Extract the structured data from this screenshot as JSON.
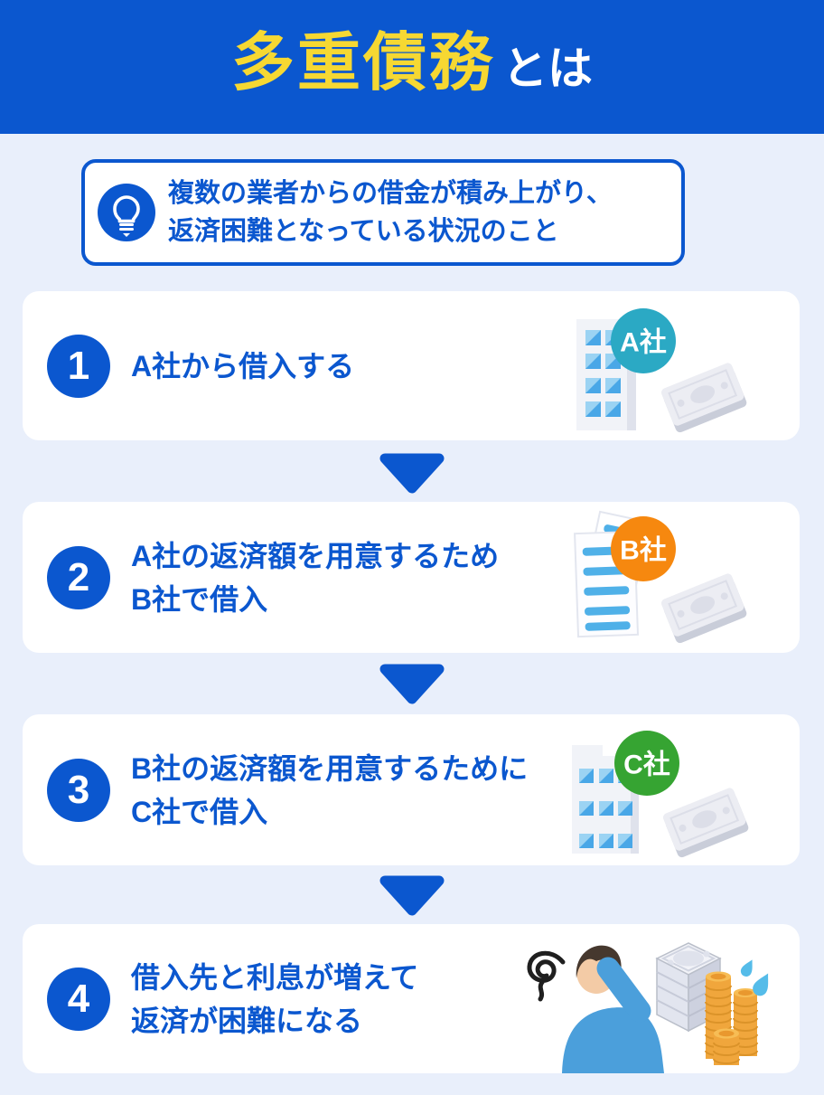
{
  "header": {
    "title_highlight": "多重債務",
    "title_suffix": "とは"
  },
  "callout": {
    "icon": "lightbulb-icon",
    "line1": "複数の業者からの借金が積み上がり、",
    "line2": "返済困難となっている状況のこと"
  },
  "steps": [
    {
      "number": "1",
      "line1": "A社から借入する",
      "badge": "A社",
      "badge_color": "#2ba9c4",
      "illustration": "office-building-with-banknote"
    },
    {
      "number": "2",
      "line1": "A社の返済額を用意するため",
      "line2": "B社で借入",
      "badge": "B社",
      "badge_color": "#f6880f",
      "illustration": "loan-document-with-banknote"
    },
    {
      "number": "3",
      "line1": "B社の返済額を用意するために",
      "line2": "C社で借入",
      "badge": "C社",
      "badge_color": "#36a432",
      "illustration": "office-building-with-banknote"
    },
    {
      "number": "4",
      "line1": "借入先と利息が増えて",
      "line2": "返済が困難になる",
      "illustration": "worried-man-with-money-and-coins"
    }
  ],
  "colors": {
    "primary_blue": "#0b57cf",
    "title_yellow": "#f6d832",
    "page_background": "#e9effb",
    "card_background": "#ffffff",
    "badge_a_teal": "#2ba9c4",
    "badge_b_orange": "#f6880f",
    "badge_c_green": "#36a432",
    "window_blue": "#49a7e7",
    "coin_gold": "#f0a63c",
    "shirt_blue": "#4b9fdb"
  }
}
